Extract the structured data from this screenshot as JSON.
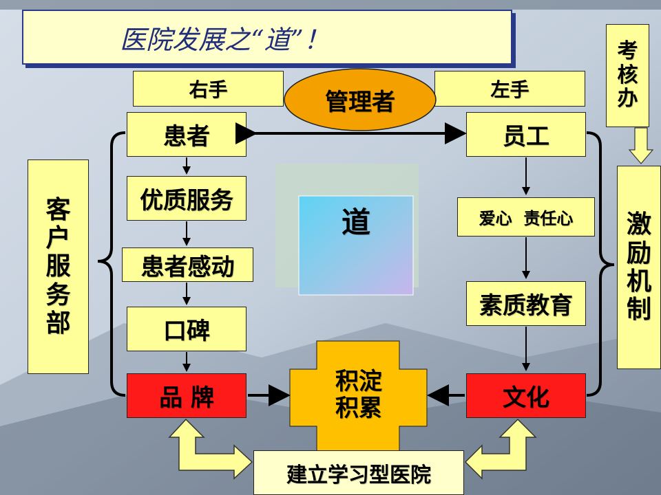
{
  "title": "医院发展之“道”！",
  "manager": "管理者",
  "right_hand": "右手",
  "left_hand": "左手",
  "assessment_office": [
    "考",
    "核",
    "办"
  ],
  "customer_service_dept": [
    "客",
    "户",
    "服",
    "务",
    "部"
  ],
  "incentive_mechanism": [
    "激",
    "励",
    "机",
    "制"
  ],
  "center": "道",
  "left_chain": {
    "patient": "患者",
    "quality_service": "优质服务",
    "patient_moved": "患者感动",
    "word_of_mouth": "口碑",
    "brand": "品  牌"
  },
  "right_chain": {
    "staff": "员工",
    "love_responsibility": "爱心  责任心",
    "quality_education": "素质教育",
    "culture": "文化"
  },
  "accumulate": [
    "积淀",
    "积累"
  ],
  "learning_hospital": "建立学习型医院",
  "colors": {
    "yellow": "#ffff99",
    "red": "#ff1a1a",
    "orange": "#f4a100",
    "gold": "#ffc000",
    "title_bg": "#ffffcc",
    "title_text": "#1f2d7a"
  }
}
